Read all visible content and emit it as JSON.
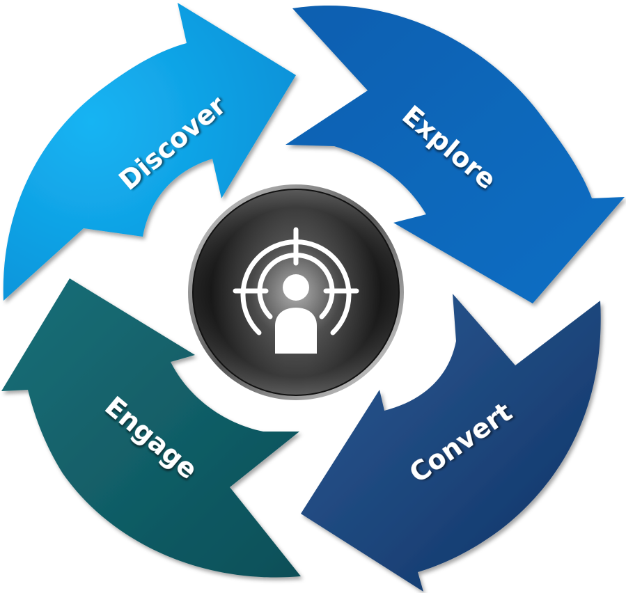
{
  "diagram": {
    "type": "cycle",
    "stages": [
      {
        "id": "discover",
        "label": "Discover",
        "color": "#0AA5E8"
      },
      {
        "id": "explore",
        "label": "Explore",
        "color": "#0A63B6"
      },
      {
        "id": "convert",
        "label": "Convert",
        "color": "#1F4A85"
      },
      {
        "id": "engage",
        "label": "Engage",
        "color": "#0D5E66"
      }
    ],
    "center": {
      "icon": "target-user-icon",
      "colors": {
        "dark": "#1a1a1a",
        "light": "#a8a8a8"
      }
    }
  }
}
